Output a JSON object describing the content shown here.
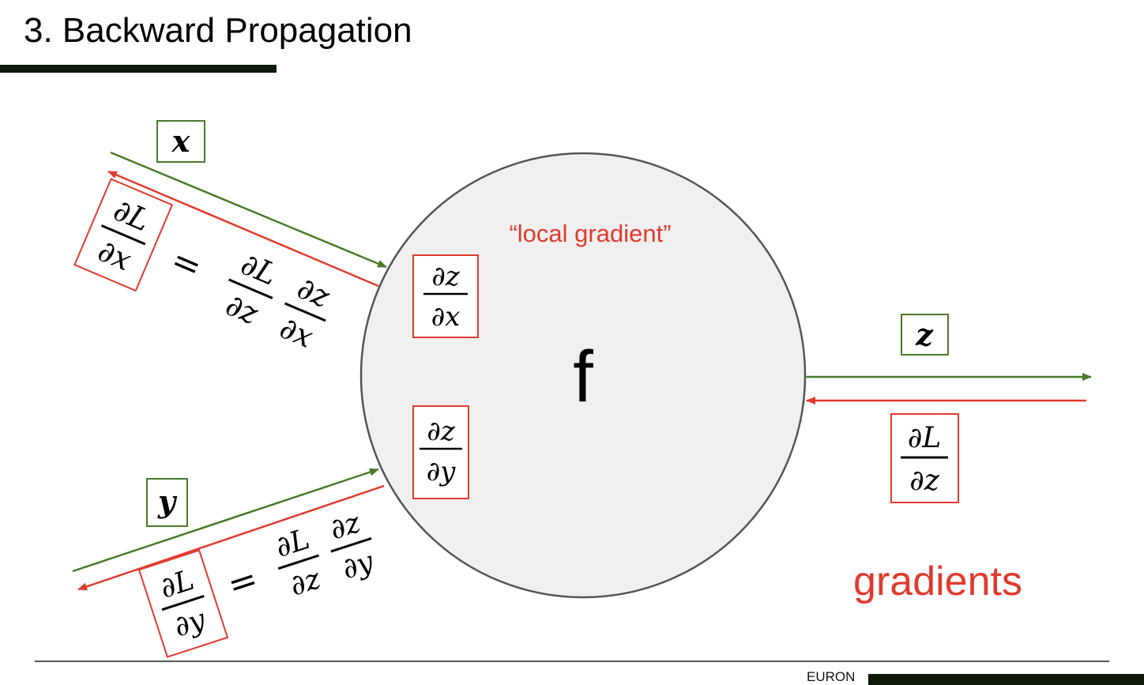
{
  "slide": {
    "title": "3. Backward Propagation",
    "footer": "EURON"
  },
  "colors": {
    "forward": "#4a7a2a",
    "backward": "#e03a2e",
    "node_fill": "#f0f0f0",
    "node_stroke": "#555555",
    "accent_bar": "#0f1a0a",
    "text": "#000000"
  },
  "diagram": {
    "node_label": "f",
    "local_gradient_label": "“local gradient”",
    "gradients_label": "gradients",
    "inputs": {
      "x": "x",
      "y": "y"
    },
    "output": "z",
    "partial": "∂",
    "frac_L_over_x": {
      "num": "∂L",
      "den": "∂x"
    },
    "frac_L_over_y": {
      "num": "∂L",
      "den": "∂y"
    },
    "frac_L_over_z": {
      "num": "∂L",
      "den": "∂z"
    },
    "frac_z_over_x": {
      "num": "∂z",
      "den": "∂x"
    },
    "frac_z_over_y": {
      "num": "∂z",
      "den": "∂y"
    },
    "equals": "="
  }
}
